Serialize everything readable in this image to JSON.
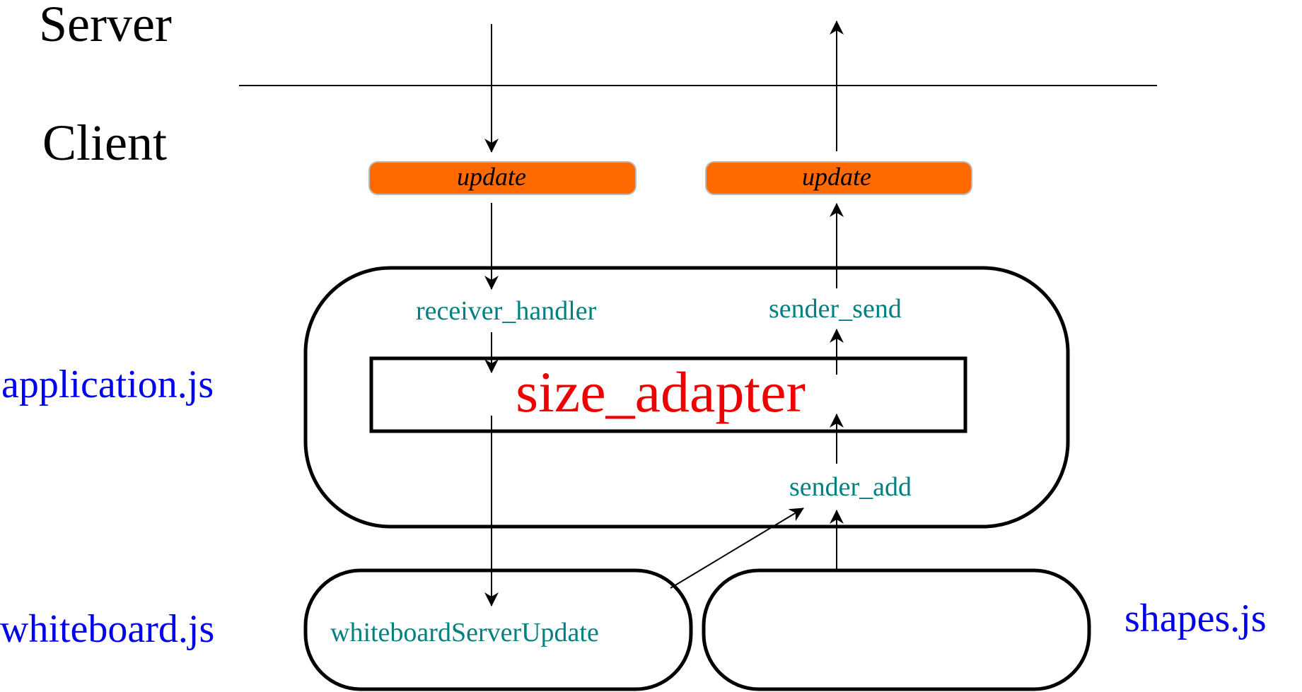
{
  "colors": {
    "pill_fill": "#ff6a00",
    "function_text": "#008080",
    "module_text": "#0000ee",
    "adapter_text": "#ee0000",
    "line": "#000000"
  },
  "zones": {
    "server": "Server",
    "client": "Client"
  },
  "modules": {
    "application": "application.js",
    "whiteboard": "whiteboard.js",
    "shapes": "shapes.js"
  },
  "messages": {
    "incoming": "update",
    "outgoing": "update"
  },
  "functions": {
    "receiver_handler": "receiver_handler",
    "sender_send": "sender_send",
    "sender_add": "sender_add",
    "whiteboard_update": "whiteboardServerUpdate"
  },
  "adapter": "size_adapter"
}
